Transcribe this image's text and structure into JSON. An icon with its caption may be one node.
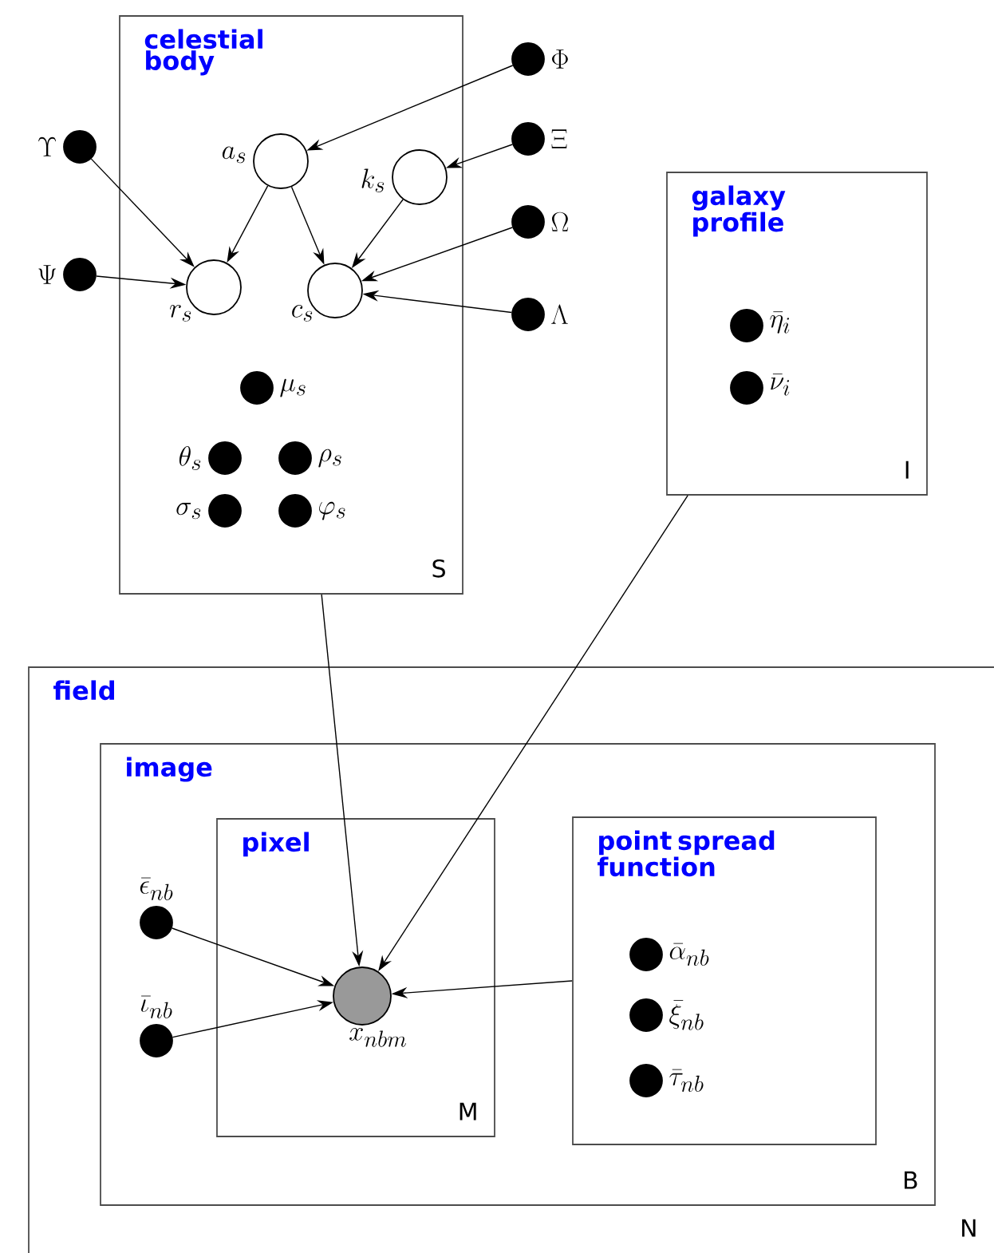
{
  "diagram": {
    "nodes": [
      {
        "text": [
          "celestial body",
          "S"
        ]
      },
      {
        "text": [],
        "shape": "circle",
        "beside": [
          "a_s"
        ],
        "in": 0
      },
      {
        "text": [],
        "shape": "circle",
        "beside": [
          "k_s"
        ],
        "in": 0
      },
      {
        "text": [],
        "shape": "circle",
        "beside": [
          "r_s"
        ],
        "in": 0
      },
      {
        "text": [],
        "shape": "circle",
        "beside": [
          "c_s"
        ],
        "in": 0
      },
      {
        "text": [],
        "shape": "circle",
        "beside": [
          "\\mu_s"
        ],
        "in": 0
      },
      {
        "text": [],
        "shape": "circle",
        "beside": [
          "\\theta_s"
        ],
        "in": 0
      },
      {
        "text": [],
        "shape": "circle",
        "beside": [
          "\\rho_s"
        ],
        "in": 0
      },
      {
        "text": [],
        "shape": "circle",
        "beside": [
          "\\sigma_s"
        ],
        "in": 0
      },
      {
        "text": [],
        "shape": "circle",
        "beside": [
          "\\varphi_s"
        ],
        "in": 0
      },
      {
        "text": [],
        "shape": "circle",
        "beside": [
          "\\Upsilon"
        ]
      },
      {
        "text": [],
        "shape": "circle",
        "beside": [
          "\\Psi"
        ]
      },
      {
        "text": [],
        "shape": "circle",
        "beside": [
          "\\Phi"
        ]
      },
      {
        "text": [],
        "shape": "circle",
        "beside": [
          "\\Xi"
        ]
      },
      {
        "text": [],
        "shape": "circle",
        "beside": [
          "\\Omega"
        ]
      },
      {
        "text": [],
        "shape": "circle",
        "beside": [
          "\\Lambda"
        ]
      },
      {
        "text": [
          "galaxy profile",
          "I"
        ]
      },
      {
        "text": [],
        "shape": "circle",
        "beside": [
          "\\bar{\\eta}_i"
        ],
        "in": 16
      },
      {
        "text": [],
        "shape": "circle",
        "beside": [
          "\\bar{\\nu}_i"
        ],
        "in": 16
      },
      {
        "text": [
          "field",
          "N"
        ]
      },
      {
        "text": [
          "image",
          "B"
        ],
        "in": 19
      },
      {
        "text": [],
        "shape": "circle",
        "beside": [
          "\\bar{\\epsilon}_{nb}"
        ],
        "in": 20
      },
      {
        "text": [],
        "shape": "circle",
        "beside": [
          "\\bar{\\iota}_{nb}"
        ],
        "in": 20
      },
      {
        "text": [
          "pixel",
          "M"
        ],
        "in": 20
      },
      {
        "text": [],
        "shape": "circle",
        "beside": [
          "x_{nbm}"
        ],
        "in": 23
      },
      {
        "text": [
          "point spread function"
        ],
        "in": 20
      },
      {
        "text": [],
        "shape": "circle",
        "beside": [
          "\\bar{\\alpha}_{nb}"
        ],
        "in": 25
      },
      {
        "text": [],
        "shape": "circle",
        "beside": [
          "\\bar{\\xi}_{nb}"
        ],
        "in": 25
      },
      {
        "text": [],
        "shape": "circle",
        "beside": [
          "\\bar{\\tau}_{nb}"
        ],
        "in": 25
      }
    ],
    "edges": [
      {
        "from": 12,
        "to": 1,
        "arrow": "to"
      },
      {
        "from": 10,
        "to": 3,
        "arrow": "to"
      },
      {
        "from": 11,
        "to": 3,
        "arrow": "to"
      },
      {
        "from": 1,
        "to": 3,
        "arrow": "to"
      },
      {
        "from": 1,
        "to": 4,
        "arrow": "to"
      },
      {
        "from": 13,
        "to": 2,
        "arrow": "to"
      },
      {
        "from": 2,
        "to": 4,
        "arrow": "to"
      },
      {
        "from": 14,
        "to": 4,
        "arrow": "to"
      },
      {
        "from": 15,
        "to": 4,
        "arrow": "to"
      },
      {
        "from": 0,
        "to": 24,
        "arrow": "to"
      },
      {
        "from": 16,
        "to": 24,
        "arrow": "to"
      },
      {
        "from": 21,
        "to": 24,
        "arrow": "to"
      },
      {
        "from": 22,
        "to": 24,
        "arrow": "to"
      },
      {
        "from": 25,
        "to": 24,
        "arrow": "to"
      }
    ]
  }
}
